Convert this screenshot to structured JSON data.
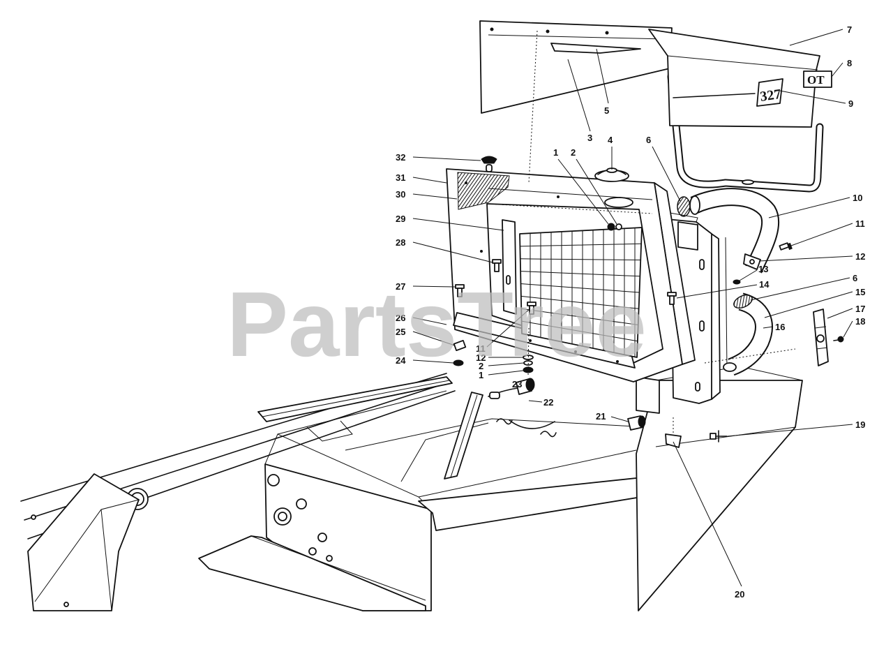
{
  "diagram": {
    "watermark": "PartsTree",
    "hood_badge_model": "327",
    "hood_badge_brand": "OT",
    "callouts": [
      "7",
      "8",
      "9",
      "5",
      "3",
      "4",
      "6",
      "1",
      "2",
      "32",
      "31",
      "30",
      "29",
      "28",
      "27",
      "26",
      "25",
      "24",
      "11",
      "12",
      "2",
      "1",
      "23",
      "22",
      "21",
      "10",
      "11",
      "12",
      "13",
      "14",
      "6",
      "15",
      "16",
      "17",
      "18",
      "19",
      "20"
    ]
  },
  "colors": {
    "line": "#111111",
    "watermark": "#bdbdbd",
    "background": "#ffffff"
  }
}
